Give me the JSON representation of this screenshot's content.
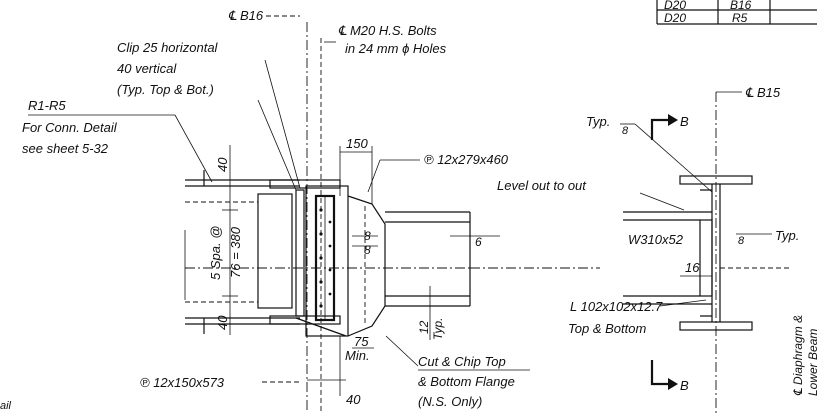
{
  "table": {
    "rows": [
      [
        "D20",
        "B16"
      ],
      [
        "D20",
        "R5"
      ]
    ]
  },
  "labels": {
    "cl_b16": "℄ B16",
    "cl_m20": "℄ M20 H.S. Bolts",
    "holes": "in 24 mm ɸ Holes",
    "clip1": "Clip 25 horizontal",
    "clip2": "40 vertical",
    "clip3": "(Typ. Top & Bot.)",
    "r1": "R1-R5",
    "conn1": "For Conn. Detail",
    "conn2": "see sheet 5-32",
    "plate_top": "℗ 12x279x460",
    "dim150": "150",
    "dim40_top": "40",
    "dim40_bot": "40",
    "spa1": "5 Spa. @",
    "spa2": "76 = 380",
    "weld8a": "8",
    "weld8b": "8",
    "weld6": "6",
    "typ12": "12",
    "typ12b": "Typ.",
    "dim75": "75",
    "min": "Min.",
    "dim40_min": "40",
    "plate_bot": "℗ 12x150x573",
    "cut1": "Cut & Chip Top",
    "cut2": "& Bottom Flange",
    "cut3": "(N.S. Only)",
    "typ_top": "Typ.",
    "weld8_top": "8",
    "sec_b_top": "B",
    "sec_b_bot": "B",
    "cl_b15": "℄ B15",
    "level": "Level out to out",
    "w310": "W310x52",
    "weld8_right": "8",
    "typ_right": "Typ.",
    "dim16": "16",
    "angle1": "L 102x102x12.7",
    "angle2": "Top & Bottom",
    "diaph": "℄ Diaphragm &",
    "lower": "Lower Beam",
    "partial": "ail"
  }
}
